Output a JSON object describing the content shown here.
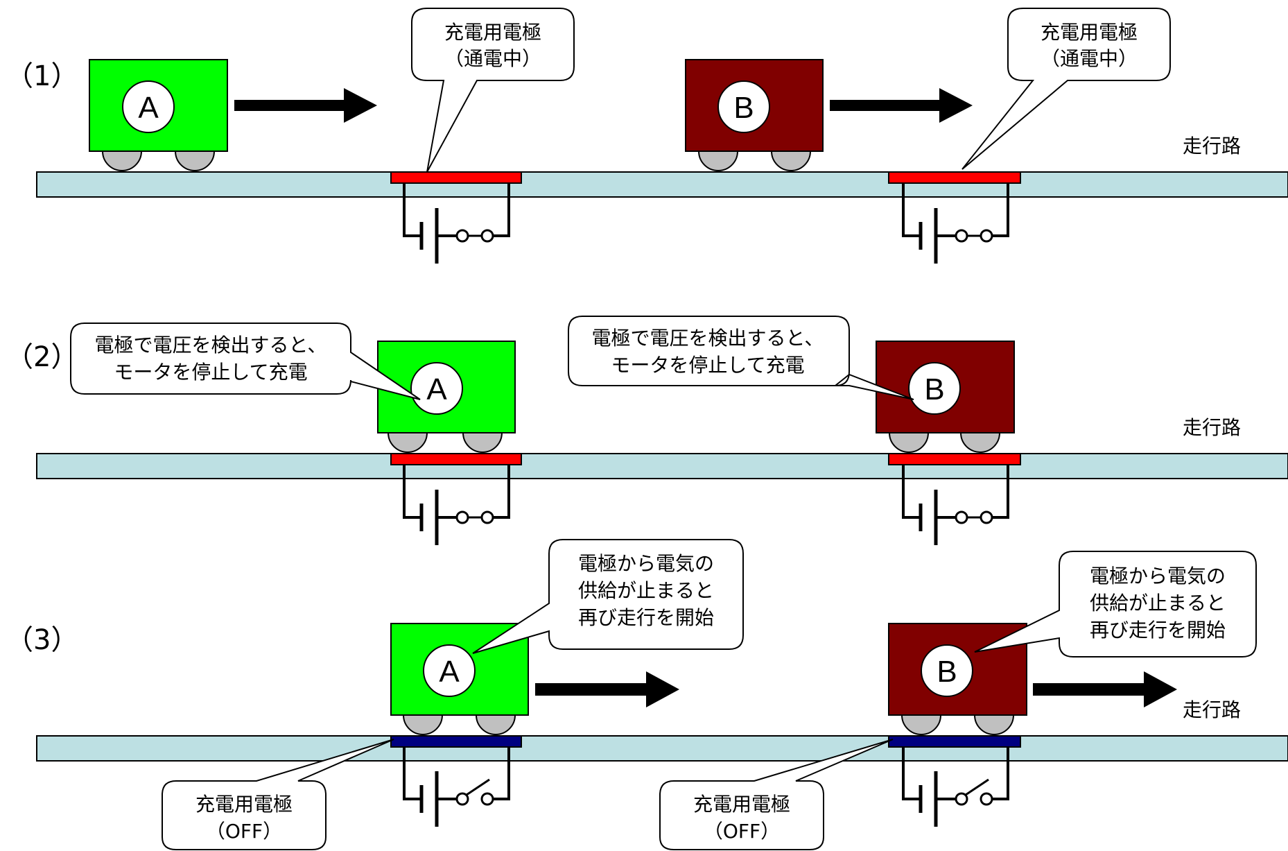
{
  "colors": {
    "car_a": "#00ff00",
    "car_b": "#800000",
    "electrode_on": "#ff0000",
    "electrode_off": "#000080",
    "road": "#bde0e3",
    "wheel": "#c0c0c0"
  },
  "road_label": "走行路",
  "steps": [
    {
      "label": "（1）",
      "electrode_state": "on",
      "units": [
        {
          "car": "A",
          "callout": [
            "充電用電極",
            "（通電中）"
          ]
        },
        {
          "car": "B",
          "callout": [
            "充電用電極",
            "（通電中）"
          ]
        }
      ]
    },
    {
      "label": "（2）",
      "electrode_state": "on",
      "units": [
        {
          "car": "A",
          "callout": [
            "電極で電圧を検出すると、",
            "モータを停止して充電"
          ]
        },
        {
          "car": "B",
          "callout": [
            "電極で電圧を検出すると、",
            "モータを停止して充電"
          ]
        }
      ]
    },
    {
      "label": "（3）",
      "electrode_state": "off",
      "units": [
        {
          "car": "A",
          "callout": [
            "電極から電気の",
            "供給が止まると",
            "再び走行を開始"
          ],
          "electrode_callout": [
            "充電用電極",
            "（OFF）"
          ]
        },
        {
          "car": "B",
          "callout": [
            "電極から電気の",
            "供給が止まると",
            "再び走行を開始"
          ],
          "electrode_callout": [
            "充電用電極",
            "（OFF）"
          ]
        }
      ]
    }
  ]
}
